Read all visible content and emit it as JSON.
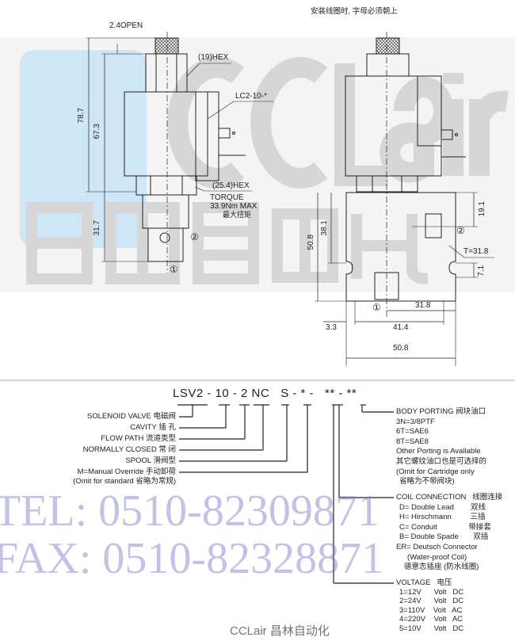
{
  "header_note": "安装线圈时, 字母必须朝上",
  "watermark": {
    "brand": "CCLair",
    "brand_cn": "昌林自动化",
    "footer": "CCLair 昌林自动化",
    "tel": "TEL: 0510-82309871",
    "fax": "FAX: 0510-82328871"
  },
  "left_view": {
    "open_label": "2.4OPEN",
    "hex_top": "(19)HEX",
    "coil_label": "LC2-10-*",
    "hex_bottom": "(25.4)HEX",
    "torque": "TORQUE",
    "torque_value": "33.9Nm MAX",
    "torque_cn": "最大扭矩",
    "dims": {
      "overall": "78.7",
      "body": "67.3",
      "cartridge": "31.7"
    },
    "port1": "①",
    "port2": "②"
  },
  "right_view": {
    "dims": {
      "d50_8v": "50.8",
      "d38_1": "38.1",
      "d19_1": "19.1",
      "t": "T=31.8",
      "d7_1": "7.1",
      "d31_8": "31.8",
      "d41_4": "41.4",
      "d3_3": "3.3",
      "d50_8h": "50.8"
    },
    "port1": "①",
    "port2": "②"
  },
  "ordering_code": {
    "code": "LSV2 - 10 - 2 NC   S - * -   ** - **",
    "left_labels": [
      "SOLENOID VALVE  电磁阀",
      "CAVITY  插 孔",
      "FLOW  PATH  流道类型",
      "NORMALLY CLOSED  常 闭",
      "SPOOL  滑阀型",
      "M=Manual Override  手动卸荷",
      "(Omit for standard  省略为常规)"
    ],
    "body_porting": [
      "BODY PORTING 阀块油口",
      "3N=3/8PTF",
      "6T=SAE6",
      "8T=SAE8",
      "Other Porting is Available",
      "其它螺纹油口也是可选择的",
      "(Omit for Cartridge only",
      "省略为不带阀块)"
    ],
    "coil_connection": [
      "COIL CONNECTION   线圈连接",
      "D= Double Lead        双线",
      "H= Hirschmann         三插",
      "C= Conduit               带接套",
      "B= Double Spade       双插",
      "ER= Deutsch Connector",
      "(Water-proof Coil)",
      "德意志插座 (防水线圈)"
    ],
    "voltage": [
      "VOLTAGE   电压",
      "1=12V      Volt   DC",
      "2=24V      Volt   DC",
      "3=110V    Volt   AC",
      "4=220V    Volt   AC",
      "5=10V      Volt   DC"
    ]
  }
}
